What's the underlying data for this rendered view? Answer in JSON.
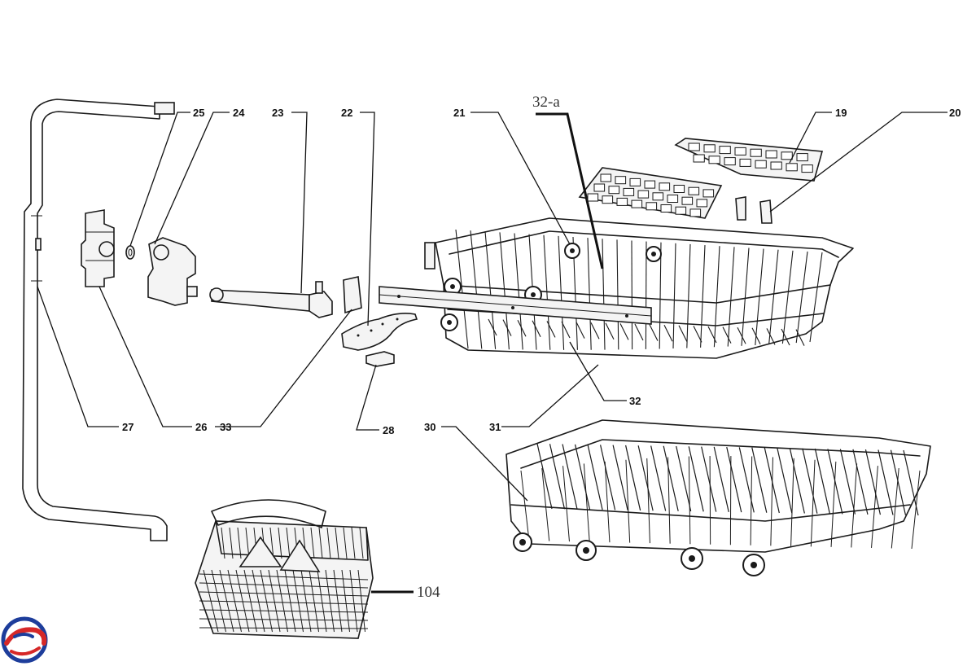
{
  "callouts": [
    {
      "id": "c25",
      "label": "25"
    },
    {
      "id": "c24",
      "label": "24"
    },
    {
      "id": "c23",
      "label": "23"
    },
    {
      "id": "c22",
      "label": "22"
    },
    {
      "id": "c21",
      "label": "21"
    },
    {
      "id": "c32a",
      "label": "32-a"
    },
    {
      "id": "c19",
      "label": "19"
    },
    {
      "id": "c20",
      "label": "20"
    },
    {
      "id": "c27",
      "label": "27"
    },
    {
      "id": "c26",
      "label": "26"
    },
    {
      "id": "c33",
      "label": "33"
    },
    {
      "id": "c28",
      "label": "28"
    },
    {
      "id": "c32",
      "label": "32"
    },
    {
      "id": "c31",
      "label": "31"
    },
    {
      "id": "c30",
      "label": "30"
    },
    {
      "id": "c104",
      "label": "104"
    }
  ],
  "logo": {
    "icon": "brand-swirl-icon",
    "colors": {
      "red": "#d62828",
      "blue": "#1d3d9b"
    }
  }
}
